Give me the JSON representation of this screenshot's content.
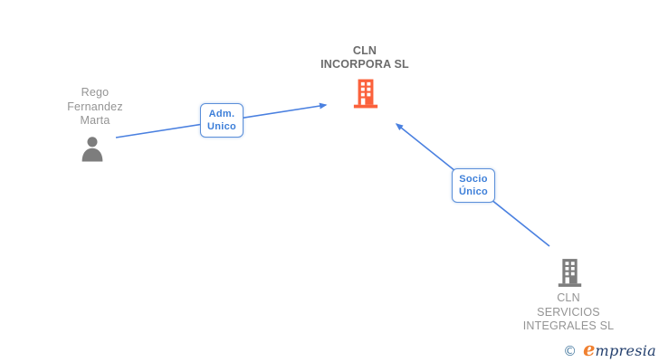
{
  "diagram": {
    "nodes": {
      "person": {
        "name_lines": [
          "Rego",
          "Fernandez",
          "Marta"
        ],
        "icon": "person-icon"
      },
      "company_main": {
        "name_lines": [
          "CLN",
          "INCORPORA SL"
        ],
        "icon": "building-icon",
        "icon_color": "#fb613b"
      },
      "company_secondary": {
        "name_lines": [
          "CLN",
          "SERVICIOS",
          "INTEGRALES SL"
        ],
        "icon": "building-icon",
        "icon_color": "#7d7d7d"
      }
    },
    "edges": [
      {
        "from": "person",
        "to": "company_main",
        "label_lines": [
          "Adm.",
          "Unico"
        ]
      },
      {
        "from": "company_secondary",
        "to": "company_main",
        "label_lines": [
          "Socio",
          "Único"
        ]
      }
    ],
    "colors": {
      "edge_blue": "#4a80e0",
      "label_border_blue": "#5b8fd9",
      "label_text_blue": "#3d7fd9",
      "main_title_gray": "#6b6b6b",
      "secondary_text_gray": "#949494",
      "icon_gray": "#7d7d7d",
      "building_orange": "#fb613b"
    }
  },
  "footer": {
    "copyright_symbol": "©",
    "brand_first_letter": "e",
    "brand_rest": "mpresia",
    "copyright_color": "#4d7ea3",
    "brand_first_color": "#f08030",
    "brand_rest_color": "#24406e"
  }
}
